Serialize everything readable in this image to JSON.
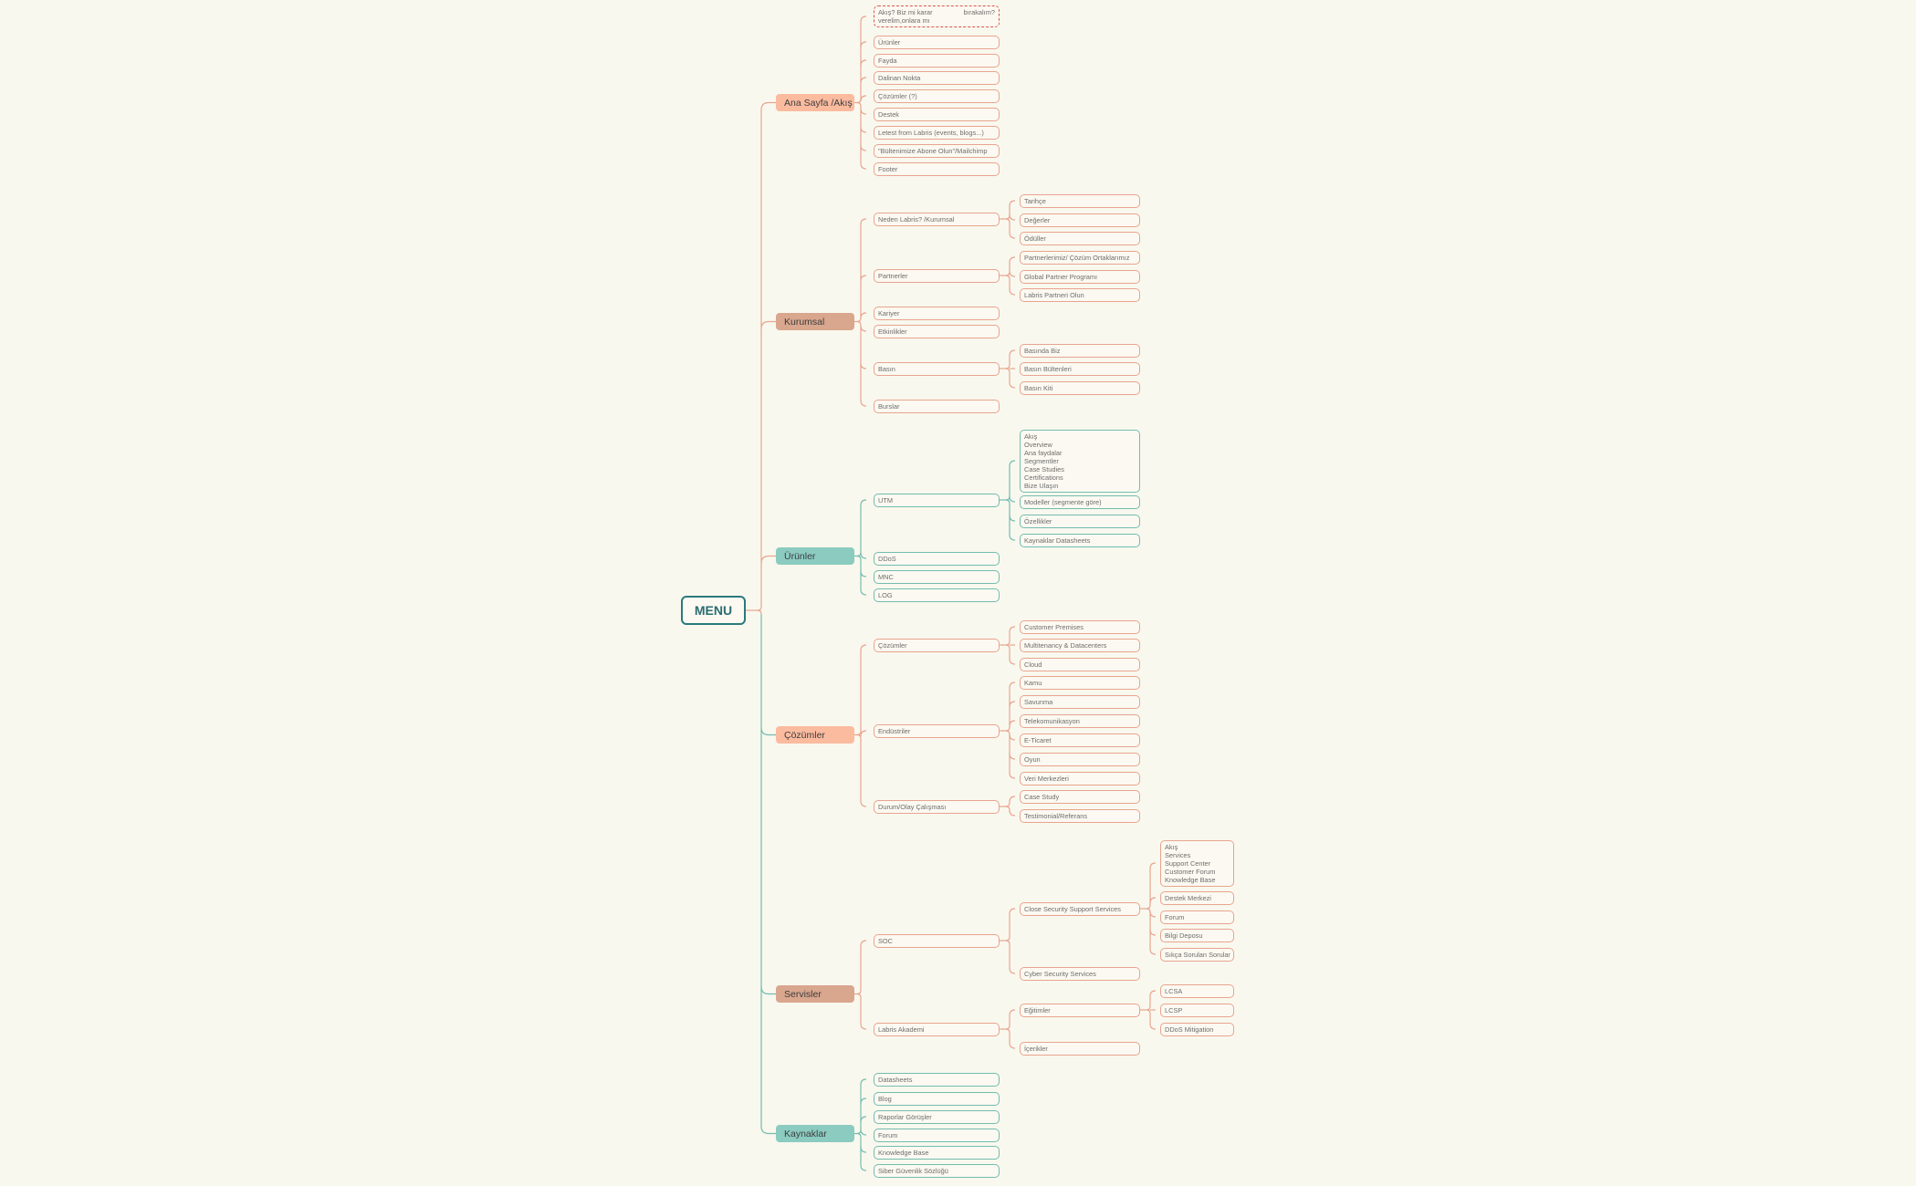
{
  "root": "MENU",
  "colors": {
    "background": "#f9f8ee",
    "orange": "#fbbb9f",
    "tan": "#d9a68e",
    "teal": "#8bcbc0",
    "branch_orange": "#e8a48f",
    "branch_teal": "#73bcb0",
    "root_border": "#2a7a7c",
    "dashed": "#d9574f"
  },
  "categories": [
    {
      "label": "Ana Sayfa /Akış",
      "color": "orange",
      "children": [
        {
          "lines": [
            "Akış? Biz mi karar verelim,onlara mı",
            "bırakalım?"
          ],
          "dashed": true
        },
        {
          "label": "Ürünler"
        },
        {
          "label": "Fayda"
        },
        {
          "label": "Dalinan Nokta"
        },
        {
          "label": "Çözümler (?)"
        },
        {
          "label": "Destek"
        },
        {
          "label": "Letest from Labris (events, blogs...)"
        },
        {
          "label": "\"Bültenimize Abone Olun\"/Mailchimp"
        },
        {
          "label": "Footer"
        }
      ]
    },
    {
      "label": "Kurumsal",
      "color": "tan",
      "children": [
        {
          "label": "Neden Labris? /Kurumsal",
          "children": [
            {
              "label": "Tarihçe"
            },
            {
              "label": "Değerler"
            },
            {
              "label": "Ödüller"
            }
          ]
        },
        {
          "label": "Partnerler",
          "children": [
            {
              "label": "Partnerlerimiz/ Çözüm Ortaklarımız"
            },
            {
              "label": "Global Partner Programı"
            },
            {
              "label": "Labris Partneri Olun"
            }
          ]
        },
        {
          "label": "Kariyer"
        },
        {
          "label": "Etkinlikler"
        },
        {
          "label": "Basın",
          "children": [
            {
              "label": "Basında Biz"
            },
            {
              "label": "Basın Bültenleri"
            },
            {
              "label": "Basın Kiti"
            }
          ]
        },
        {
          "label": "Burslar"
        }
      ]
    },
    {
      "label": "Ürünler",
      "color": "teal",
      "children": [
        {
          "label": "UTM",
          "children": [
            {
              "lines": [
                "Akış",
                "Overview",
                "Ana faydalar",
                "Segmentler",
                "Case Studies",
                "Certifications",
                "Bize Ulaşın"
              ]
            },
            {
              "label": "Modeller (segmente göre)"
            },
            {
              "label": "Özellikler"
            },
            {
              "label": "Kaynaklar Datasheets"
            }
          ]
        },
        {
          "label": "DDoS"
        },
        {
          "label": "MNC"
        },
        {
          "label": "LOG"
        }
      ]
    },
    {
      "label": "Çözümler",
      "color": "orange",
      "children": [
        {
          "label": "Çözümler",
          "children": [
            {
              "label": "Customer Premises"
            },
            {
              "label": "Multitenancy & Datacenters"
            },
            {
              "label": "Cloud"
            }
          ]
        },
        {
          "label": "Endüstriler",
          "children": [
            {
              "label": "Kamu"
            },
            {
              "label": "Savunma"
            },
            {
              "label": "Telekomunikasyon"
            },
            {
              "label": "E-Ticaret"
            },
            {
              "label": "Oyun"
            },
            {
              "label": "Veri Merkezleri"
            }
          ]
        },
        {
          "label": "Durum/Olay Çalışması",
          "children": [
            {
              "label": "Case Study"
            },
            {
              "label": "Testimonial/Referans"
            }
          ]
        }
      ]
    },
    {
      "label": "Servisler",
      "color": "tan",
      "children": [
        {
          "label": "SOC",
          "children": [
            {
              "label": "Close Security Support Services",
              "children": [
                {
                  "lines": [
                    "Akış",
                    "Services",
                    "Support Center",
                    "Customer Forum",
                    "Knowledge Base"
                  ]
                },
                {
                  "label": "Destek Merkezi"
                },
                {
                  "label": "Forum"
                },
                {
                  "label": "Bilgi Deposu"
                },
                {
                  "label": "Sıkça Sorulan Sorular"
                }
              ]
            },
            {
              "label": "Cyber Security Services"
            }
          ]
        },
        {
          "label": "Labris Akademi",
          "children": [
            {
              "label": "Eğitimler",
              "children": [
                {
                  "label": "LCSA"
                },
                {
                  "label": "LCSP"
                },
                {
                  "label": "DDoS Mitigation"
                }
              ]
            },
            {
              "label": "İçerikler"
            }
          ]
        }
      ]
    },
    {
      "label": "Kaynaklar",
      "color": "teal",
      "children": [
        {
          "label": "Datasheets"
        },
        {
          "label": "Blog"
        },
        {
          "label": "Raporlar Görüşler"
        },
        {
          "label": "Forum"
        },
        {
          "label": "Knowledge Base"
        },
        {
          "label": "Siber Güvenlik Sözlüğü"
        }
      ]
    }
  ]
}
